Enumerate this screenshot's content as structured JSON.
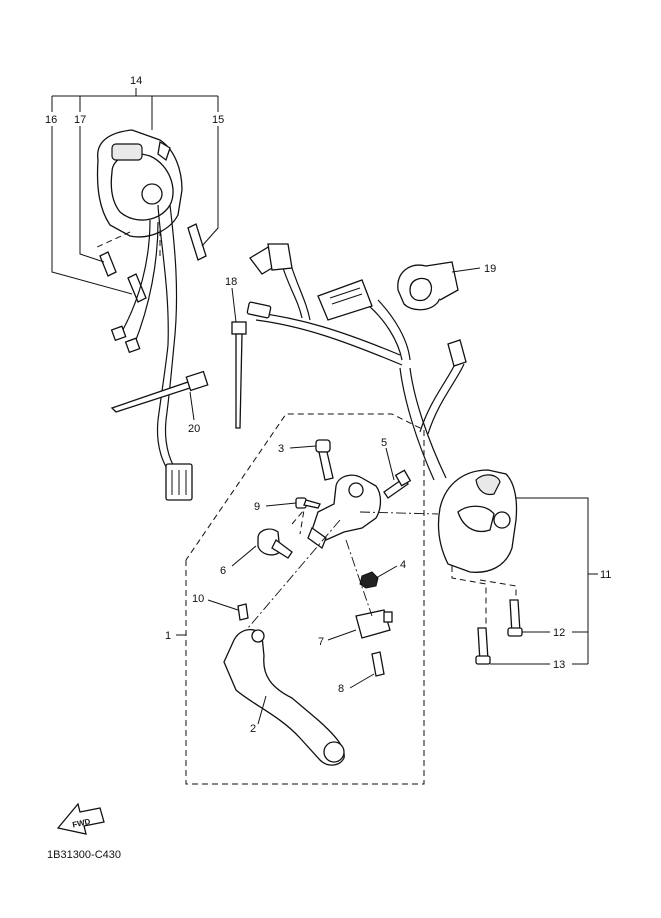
{
  "diagram": {
    "code": "1B31300-C430",
    "fwd_label": "FWD",
    "callouts": [
      "1",
      "2",
      "3",
      "4",
      "5",
      "6",
      "7",
      "8",
      "9",
      "10",
      "11",
      "12",
      "13",
      "14",
      "15",
      "16",
      "17",
      "18",
      "19",
      "20"
    ]
  }
}
